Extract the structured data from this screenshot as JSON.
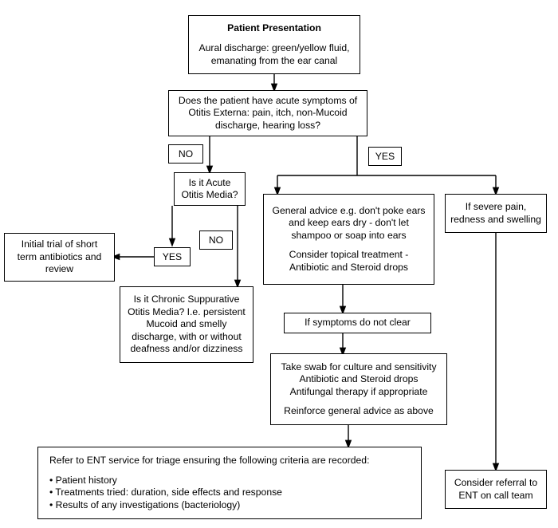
{
  "diagram": {
    "title": "Otitis / Aural discharge management flowchart",
    "line_color": "#000000",
    "box_border_color": "#000000",
    "background": "#ffffff"
  },
  "nodes": {
    "patient_presentation": {
      "title": "Patient Presentation",
      "line1": "Aural discharge: green/yellow fluid,",
      "line2": "emanating from the ear canal"
    },
    "otitis_externa_question": {
      "line1": "Does the patient have acute symptoms of",
      "line2": "Otitis Externa: pain, itch, non-Mucoid",
      "line3": "discharge, hearing loss?"
    },
    "acute_otitis_media_question": {
      "line1": "Is it Acute",
      "line2": "Otitis Media?"
    },
    "general_advice": {
      "line1": "General advice e.g. don't poke ears",
      "line2": "and keep ears dry - don't let",
      "line3": "shampoo or soap into ears",
      "line4": "Consider topical treatment -",
      "line5": "Antibiotic and Steroid drops"
    },
    "severe_pain": {
      "line1": "If severe pain,",
      "line2": "redness and swelling"
    },
    "initial_trial": {
      "line1": "Initial trial of short",
      "line2": "term antibiotics and",
      "line3": "review"
    },
    "chronic_suppurative_question": {
      "line1": "Is it Chronic Suppurative",
      "line2": "Otitis Media? I.e. persistent",
      "line3": "Mucoid and smelly",
      "line4": "discharge, with or without",
      "line5": "deafness and/or dizziness"
    },
    "symptoms_not_clear": {
      "line1": "If symptoms do not clear"
    },
    "swab_treatment": {
      "line1": "Take swab for culture and sensitivity",
      "line2": "Antibiotic and Steroid drops",
      "line3": "Antifungal therapy if appropriate",
      "line4": "Reinforce general advice as above"
    },
    "ent_referral": {
      "line1": "Refer to ENT service for triage ensuring the following criteria are recorded:",
      "bullet1": "• Patient history",
      "bullet2": "• Treatments tried: duration, side effects and response",
      "bullet3": "• Results of any investigations (bacteriology)"
    },
    "on_call_referral": {
      "line1": "Consider referral to",
      "line2": "ENT on call team"
    }
  },
  "edge_labels": {
    "no_externa": "NO",
    "yes_externa": "YES",
    "yes_aom": "YES",
    "no_aom": "NO"
  }
}
